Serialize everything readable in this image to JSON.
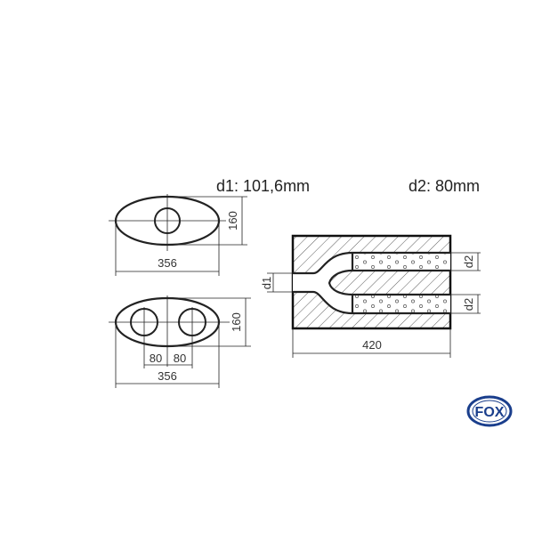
{
  "spec": {
    "d1_label": "d1: 101,6mm",
    "d2_label": "d2: 80mm"
  },
  "oval_single": {
    "height_label": "160",
    "width_label": "356"
  },
  "oval_double": {
    "height_label": "160",
    "offset_left_label": "80",
    "offset_right_label": "80",
    "width_label": "356"
  },
  "section": {
    "inlet_label": "d1",
    "outlet_top_label": "d2",
    "outlet_bottom_label": "d2",
    "length_label": "420"
  },
  "logo": {
    "text": "FOX",
    "color": "#1a3e8c"
  }
}
